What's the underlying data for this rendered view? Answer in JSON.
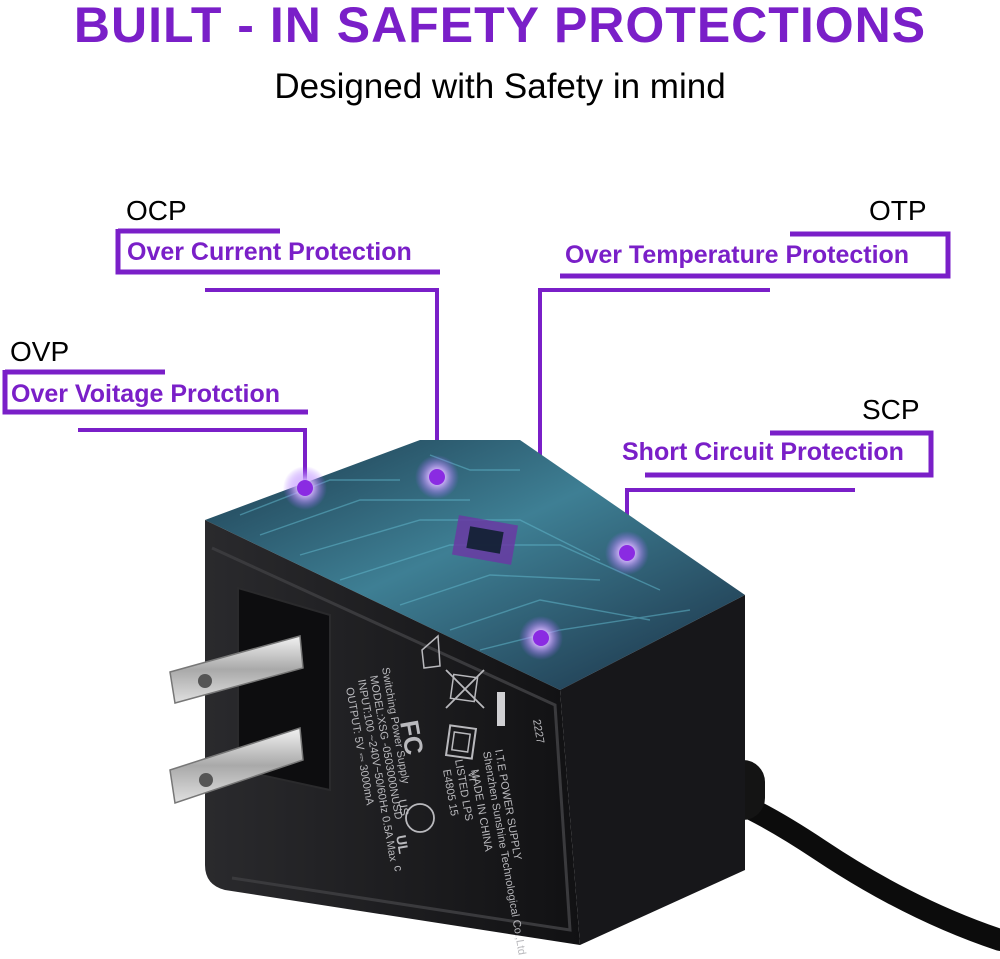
{
  "header": {
    "title": "BUILT - IN SAFETY PROTECTIONS",
    "subtitle": "Designed with Safety in mind"
  },
  "colors": {
    "accent": "#7a1fc8",
    "glow": "#c79bff",
    "adapter_body": "#1d1d1f",
    "circuit": "#3b6f86"
  },
  "features": [
    {
      "abbr": "OCP",
      "name": "Over Current Protection"
    },
    {
      "abbr": "OTP",
      "name": "Over Temperature Protection"
    },
    {
      "abbr": "OVP",
      "name": "Over Voitage Protction"
    },
    {
      "abbr": "SCP",
      "name": "Short Circuit Protection"
    }
  ],
  "adapter_label": {
    "line1": "Switching Power Supply",
    "model": "MODEL:XSG -0503000NUSD",
    "input": "INPUT:100 ~240V~50/60Hz 0.5A Max",
    "output": "OUTPUT: 5V ⎓ 3000mA",
    "listed": "LISTED LPS",
    "file": "E4805 15",
    "type": "I.T.E POWER SUPPLY",
    "maker": "Shenzhen Sunshine Technological Co.,Ltd",
    "origin": "MADE IN CHINA",
    "code": "2227",
    "fc": "FC",
    "ul_c": "c",
    "ul_mark": "UL",
    "ul_us": "US",
    "vi_mark": "VI"
  }
}
